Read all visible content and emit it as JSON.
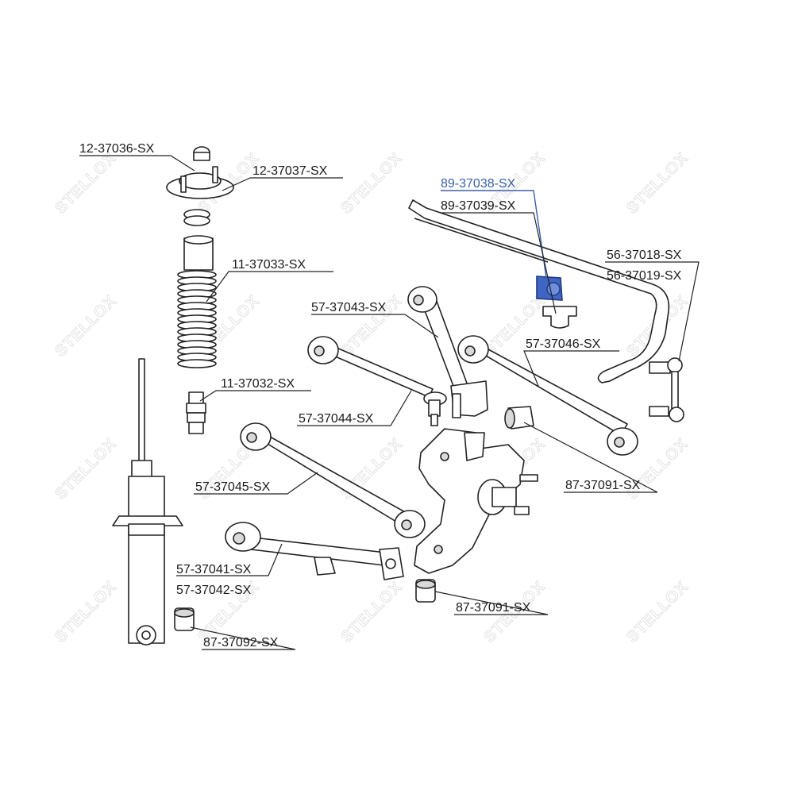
{
  "watermark": {
    "text": "STELLOX"
  },
  "highlight_color": "#3f66c2",
  "labels": {
    "l1": "12-37036-SX",
    "l2": "12-37037-SX",
    "l3": "11-37033-SX",
    "l4": "11-37032-SX",
    "l5": "89-37038-SX",
    "l6": "89-37039-SX",
    "l7": "56-37018-SX",
    "l8": "56-37019-SX",
    "l9": "57-37043-SX",
    "l10": "57-37046-SX",
    "l11": "57-37044-SX",
    "l12": "57-37045-SX",
    "l13": "87-37091-SX",
    "l14": "57-37041-SX",
    "l15": "57-37042-SX",
    "l16": "87-37091-SX",
    "l17": "87-37092-SX"
  }
}
